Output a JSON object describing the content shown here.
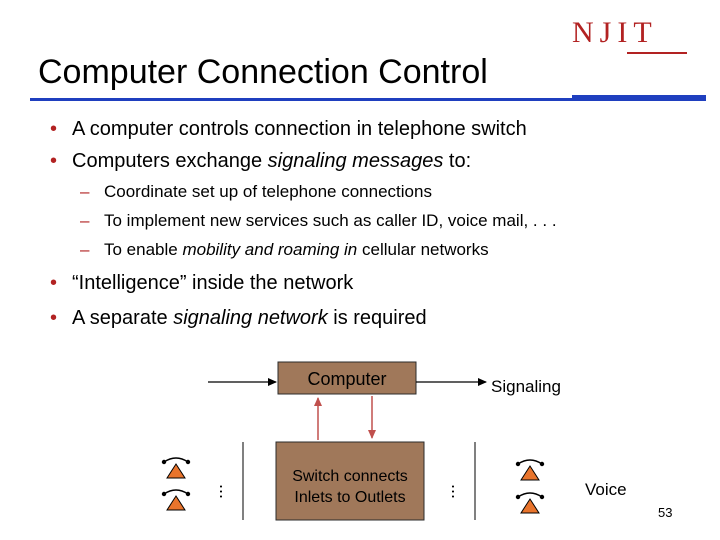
{
  "logo": {
    "text": "NJIT"
  },
  "title": "Computer Connection Control",
  "bullets_top": [
    {
      "parts": [
        {
          "text": "A computer controls connection in telephone switch",
          "italic": false
        }
      ]
    },
    {
      "parts": [
        {
          "text": "Computers exchange ",
          "italic": false
        },
        {
          "text": "signaling messages",
          "italic": true
        },
        {
          "text": " to:",
          "italic": false
        }
      ]
    }
  ],
  "sub_bullets": [
    {
      "parts": [
        {
          "text": "Coordinate set up of telephone connections",
          "italic": false
        }
      ]
    },
    {
      "parts": [
        {
          "text": "To implement new services such as caller ID, voice mail, . . .",
          "italic": false
        }
      ]
    },
    {
      "parts": [
        {
          "text": "To enable ",
          "italic": false
        },
        {
          "text": "mobility and roaming in",
          "italic": true
        },
        {
          "text": " cellular networks",
          "italic": false
        }
      ]
    }
  ],
  "bullets_bottom": [
    {
      "parts": [
        {
          "text": "“Intelligence” inside the network",
          "italic": false
        }
      ]
    },
    {
      "parts": [
        {
          "text": "A separate ",
          "italic": false
        },
        {
          "text": "signaling network",
          "italic": true
        },
        {
          "text": " is required",
          "italic": false
        }
      ]
    }
  ],
  "diagram": {
    "computer_label": "Computer",
    "switch_label": "Switch connects Inlets to Outlets",
    "signaling_label": "Signaling",
    "voice_label": "Voice",
    "box_fill": "#a0785a",
    "box_stroke": "#2b2b2b",
    "arrow_color": "#c0504d",
    "phone_color": "#e8742c"
  },
  "page_number": "53",
  "colors": {
    "accent": "#1f3fbf",
    "logo": "#b22222",
    "bullet": "#b22222"
  }
}
